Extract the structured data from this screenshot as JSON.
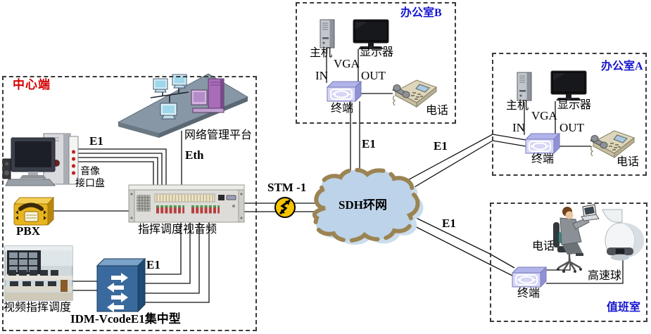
{
  "center": {
    "title": "中心端",
    "network_platform_label": "网络管理平台",
    "eth_label": "Eth",
    "e1_label": "E1",
    "av_label_1": "音像",
    "av_label_2": "接口盘",
    "pbx_label": "PBX",
    "rack_label": "指挥调度视音频",
    "video_dispatch_label": "视频指挥调度",
    "idm_e1_label": "E1",
    "idm_label": "IDM-VcodeE1集中型"
  },
  "backbone": {
    "stm1_label": "STM -1",
    "cloud_label": "SDH环网"
  },
  "office_b": {
    "title": "办公室B",
    "e1_label": "E1",
    "host_label": "主机",
    "monitor_label": "显示器",
    "vga_label": "VGA",
    "in_label": "IN",
    "out_label": "OUT",
    "terminal_label": "终端",
    "phone_label": "电话"
  },
  "office_a": {
    "title": "办公室A",
    "e1_label": "E1",
    "host_label": "主机",
    "monitor_label": "显示器",
    "vga_label": "VGA",
    "in_label": "IN",
    "out_label": "OUT",
    "terminal_label": "终端",
    "phone_label": "电话"
  },
  "duty_room": {
    "title": "值班室",
    "e1_label": "E1",
    "phone_label": "电话",
    "camera_label": "高速球",
    "terminal_label": "终端"
  },
  "icons": {
    "stm1": "lightning-circle-icon",
    "cloud": "sdh-cloud-icon",
    "pbx": "pbx-phone-box-icon",
    "idm": "e1-switch-box-icon",
    "terminal": "video-terminal-box-icon",
    "phone": "desk-phone-icon",
    "camera": "speed-dome-camera-icon",
    "operator": "operator-on-chair-icon"
  },
  "colors": {
    "center_title": "#d40000",
    "room_title": "#1515cf",
    "cloud_fill": "#bdd3e9",
    "cloud_stroke": "#9b8453",
    "stm_icon": "#f5c400",
    "pbx_icon": "#e8b51e",
    "idm_icon": "#3a6a9d",
    "terminal_icon": "#d6d6f6",
    "line": "#111111"
  }
}
